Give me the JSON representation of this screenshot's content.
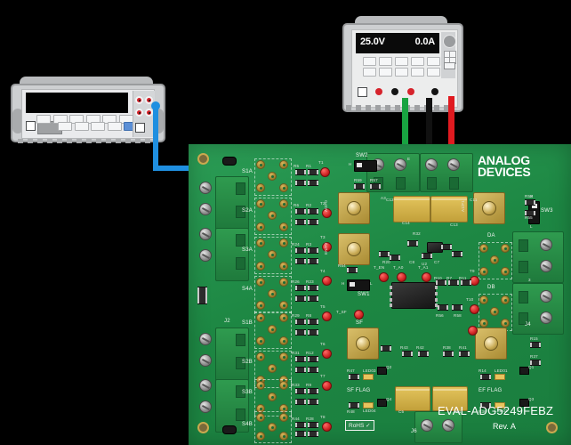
{
  "scene": {
    "background_color": "#000000",
    "description": "Evaluation board wiring setup photo"
  },
  "multimeter": {
    "name": "digital-multimeter",
    "display_text": "",
    "terminal_count": 4,
    "terminal_color": "#d6232b",
    "body_color": "#cdcfd1",
    "connected_wire_color": "#1f8fe0"
  },
  "power_supply": {
    "name": "dc-power-supply",
    "voltage_reading": "25.0V",
    "current_reading": "0.0A",
    "body_color": "#cdcfd1",
    "screen_color": "#0a0a0a",
    "posts": [
      {
        "label": "post-1",
        "color": "#d6232b"
      },
      {
        "label": "post-2",
        "color": "#141414"
      },
      {
        "label": "post-3",
        "color": "#d6232b"
      },
      {
        "label": "post-4",
        "color": "#d6232b"
      }
    ]
  },
  "wires": [
    {
      "name": "blue-wire",
      "color": "#1f8fe0",
      "from": "multimeter",
      "to": "board-left-terminal"
    },
    {
      "name": "green-wire",
      "color": "#18a341",
      "from": "power-supply",
      "to": "board-top-terminal"
    },
    {
      "name": "black-wire",
      "color": "#111111",
      "from": "power-supply",
      "to": "board-top-terminal"
    },
    {
      "name": "red-wire",
      "color": "#e01a20",
      "from": "power-supply",
      "to": "board-top-terminal"
    }
  ],
  "board": {
    "name": "EVAL-ADG5249FEBZ",
    "part_number": "EVAL-ADG5249FEBZ",
    "revision": "Rev. A",
    "rohs": "RoHS ✓",
    "pcb_color": "#1d8743",
    "brand": {
      "line1": "ANALOG",
      "line2": "DEVICES"
    },
    "channel_labels_left_a": [
      "S1A",
      "S2A",
      "S3A",
      "S4A"
    ],
    "channel_labels_left_b": [
      "S1B",
      "S2B",
      "S3B",
      "S4B"
    ],
    "channel_labels_right": [
      "DA",
      "DB"
    ],
    "connector_labels": [
      "J2",
      "J4",
      "J6"
    ],
    "switches": [
      {
        "name": "SW2",
        "pos_hi": "H",
        "pos_lo": "L"
      },
      {
        "name": "SW3",
        "pos_hi": "H",
        "pos_lo": "L"
      },
      {
        "name": "SW1",
        "pos_hi": "H",
        "pos_lo": "L"
      }
    ],
    "flag_labels": [
      "SF FLAG",
      "EF FLAG"
    ],
    "led_labels": [
      "LED01",
      "LED02",
      "LED03",
      "LED04"
    ],
    "sma_labels": [
      "A0/F0",
      "EN/F2",
      "SF",
      "A1/F1"
    ],
    "test_points": [
      "T1",
      "T2",
      "T3",
      "T4",
      "T5",
      "T6",
      "T7",
      "T8",
      "T9",
      "T10",
      "T_A0",
      "T_A1",
      "T_EN",
      "T_SF"
    ],
    "reference_designators": [
      "R1",
      "R2",
      "R3",
      "R4",
      "R5",
      "R6",
      "R7",
      "R8",
      "R9",
      "R10",
      "R11",
      "R12",
      "R13",
      "R14",
      "R15",
      "R20",
      "R22",
      "R23",
      "R24",
      "R25",
      "R26",
      "R27",
      "R28",
      "R29",
      "R30",
      "R31",
      "R32",
      "R33",
      "R34",
      "R35",
      "R36",
      "R37",
      "R38",
      "R41",
      "R42",
      "R43",
      "R44",
      "R45",
      "R46",
      "R47",
      "R48",
      "R52",
      "R53",
      "R54",
      "R55",
      "R56",
      "R57",
      "R58",
      "R59",
      "C1",
      "C4",
      "C7",
      "C8",
      "C11",
      "C12",
      "C13",
      "C14",
      "Q1",
      "Q2",
      "Q3",
      "Q4",
      "U1",
      "U2"
    ]
  }
}
